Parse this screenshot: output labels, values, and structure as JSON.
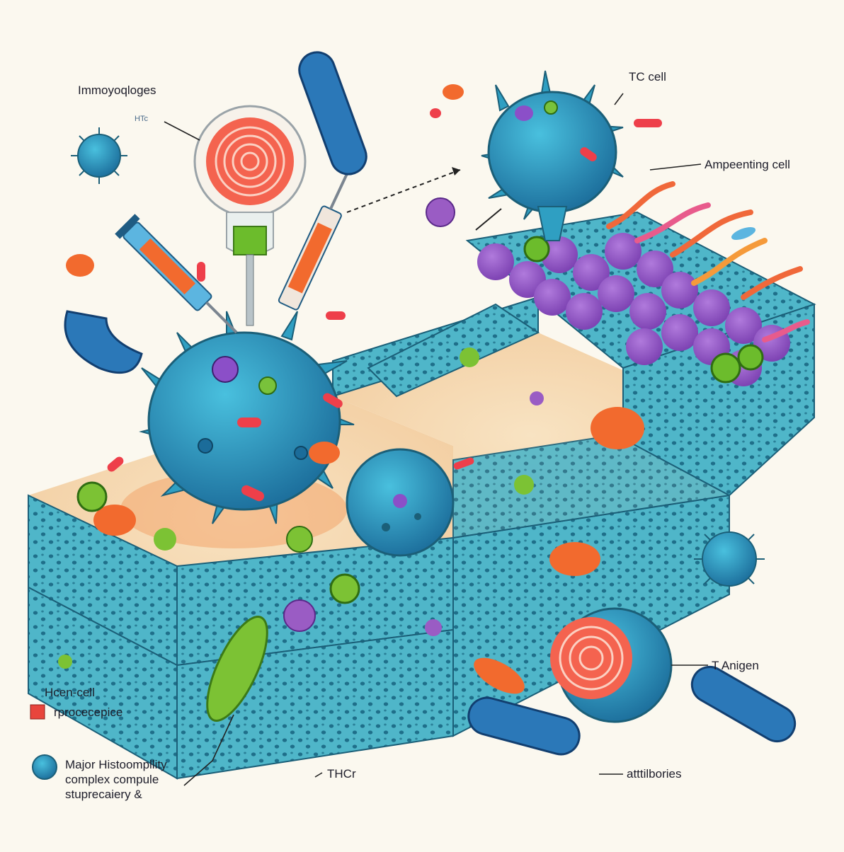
{
  "labels": {
    "immunologies": "Immoyoqloges",
    "htc_small": "HTc",
    "tc_cell": "TC cell",
    "apc_cell": "Ampeenting cell",
    "t_antigen": "T Anigen",
    "hcen_cell": "Hcen-cell",
    "procepcipe": "rprocecepice",
    "mhc": "Major Histoompllity\ncomplex compule\nstuprecaiery &",
    "thcr": "THCr",
    "antibodies": "atttilbories"
  },
  "colors": {
    "background": "#fbf8ef",
    "cell_blue": "#2f9fc2",
    "cell_dark": "#1f6f9a",
    "membrane": "#48b3c8",
    "tissue_floor": "#f6dcb8",
    "purple_cells": "#9a5cc4",
    "orange": "#f26a2e",
    "green": "#7cc234",
    "red_pink": "#ee4b5a",
    "legend_red_square": "#e8453c"
  },
  "icons": [
    "syringe-icon",
    "bulb-icon",
    "bacterium-icon",
    "virus-icon",
    "spiky-cell-icon"
  ]
}
